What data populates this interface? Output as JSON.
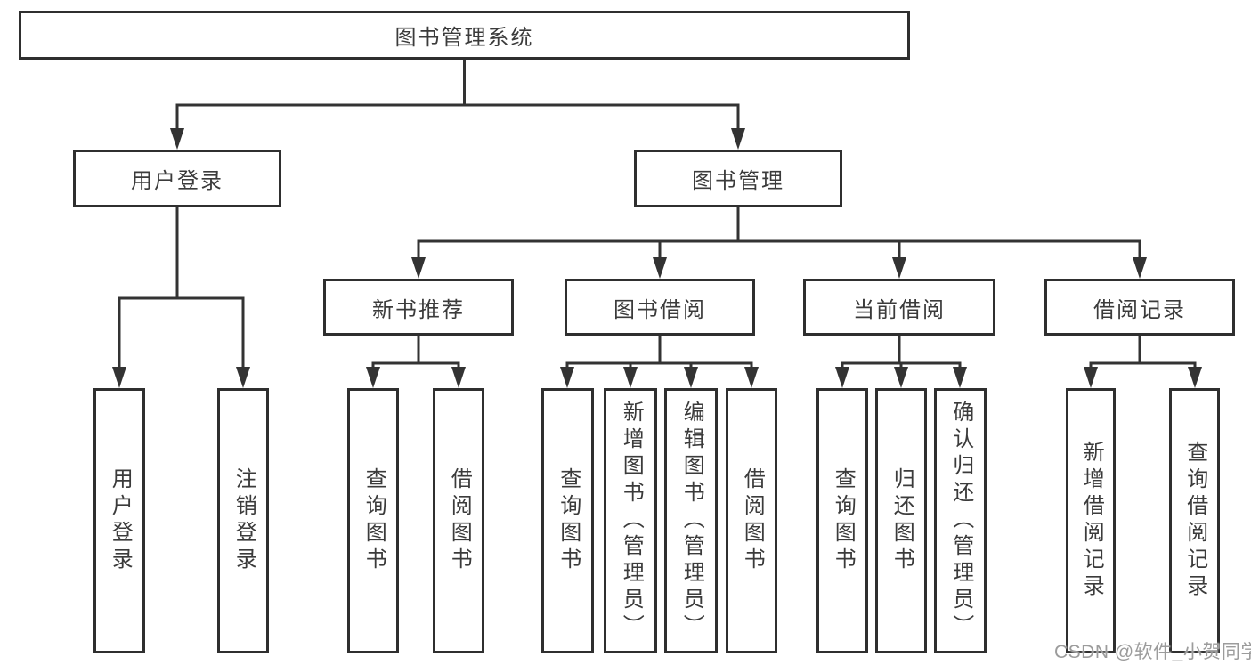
{
  "diagram": {
    "type": "tree",
    "root": {
      "label": "图书管理系统"
    },
    "branches": [
      {
        "label": "用户登录",
        "children": [
          {
            "label": "用户登录"
          },
          {
            "label": "注销登录"
          }
        ]
      },
      {
        "label": "图书管理",
        "children": [
          {
            "label": "新书推荐",
            "children": [
              {
                "label": "查询图书"
              },
              {
                "label": "借阅图书"
              }
            ]
          },
          {
            "label": "图书借阅",
            "children": [
              {
                "label": "查询图书"
              },
              {
                "label": "新增图书（管理员）"
              },
              {
                "label": "编辑图书（管理员）"
              },
              {
                "label": "借阅图书"
              }
            ]
          },
          {
            "label": "当前借阅",
            "children": [
              {
                "label": "查询图书"
              },
              {
                "label": "归还图书"
              },
              {
                "label": "确认归还（管理员）"
              }
            ]
          },
          {
            "label": "借阅记录",
            "children": [
              {
                "label": "新增借阅记录"
              },
              {
                "label": "查询借阅记录"
              }
            ]
          }
        ]
      }
    ],
    "line_color": "#333333",
    "watermark": {
      "text": "CSDN @软件_小贺同学",
      "color": "#9c9c9c"
    }
  }
}
